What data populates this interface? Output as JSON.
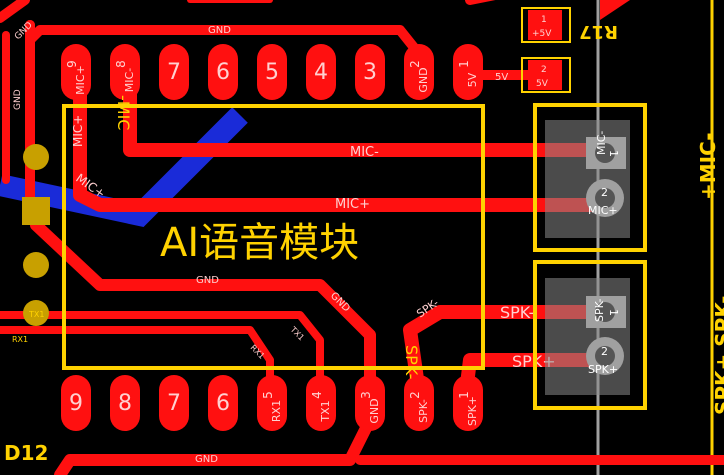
{
  "colors": {
    "background": "#000000",
    "copper": "#ff1010",
    "silkscreen": "#ffd200",
    "bottom_layer": "#1a2bd8",
    "pad_gray": "#a0a0a0",
    "pad_text": "#ffffff"
  },
  "module": {
    "title": "AI语音模块",
    "top_pins": [
      {
        "number": "9",
        "label": "MIC+"
      },
      {
        "number": "8",
        "label": "MIC-"
      },
      {
        "number": "7",
        "label": ""
      },
      {
        "number": "6",
        "label": ""
      },
      {
        "number": "5",
        "label": ""
      },
      {
        "number": "4",
        "label": ""
      },
      {
        "number": "3",
        "label": ""
      },
      {
        "number": "2",
        "label": "GND"
      },
      {
        "number": "1",
        "label": "5V"
      }
    ],
    "bottom_pins": [
      {
        "number": "9",
        "label": ""
      },
      {
        "number": "8",
        "label": ""
      },
      {
        "number": "7",
        "label": ""
      },
      {
        "number": "6",
        "label": ""
      },
      {
        "number": "5",
        "label": "RX1"
      },
      {
        "number": "4",
        "label": "TX1"
      },
      {
        "number": "3",
        "label": "GND"
      },
      {
        "number": "2",
        "label": "SPK-"
      },
      {
        "number": "1",
        "label": "SPK+"
      }
    ]
  },
  "nets": {
    "gnd": "GND",
    "mic_minus": "MIC-",
    "mic_plus": "MIC+",
    "spk_minus": "SPK-",
    "spk_plus": "SPK+",
    "five_v": "5V",
    "plus_five_v": "+5V",
    "rx1": "RX1",
    "tx1": "TX1",
    "in_box_mic_minus": "-MIC",
    "in_box_spk": "SPK-",
    "bottom_spk_minus": "SPK-",
    "bottom_spk_plus": "SPK+"
  },
  "resistor": {
    "designator": "R17",
    "pad1": "1",
    "pad1_net": "+5V",
    "pad2": "2",
    "pad2_net": "5V"
  },
  "mic_connector": {
    "silk_label": "+MIC-",
    "pin1": "1",
    "pin1_label": "MIC-",
    "pin2": "2",
    "pin2_label": "MIC+"
  },
  "spk_connector": {
    "silk_label": "SPK+ SPK-",
    "pin1": "1",
    "pin1_label": "SPK-",
    "pin2": "2",
    "pin2_label": "SPK+"
  },
  "left_header": {
    "tx_label": "TX1",
    "rx_label": "RX1"
  },
  "designators": {
    "d12": "D12"
  },
  "top_left_marks": [
    "GND",
    "GND"
  ]
}
